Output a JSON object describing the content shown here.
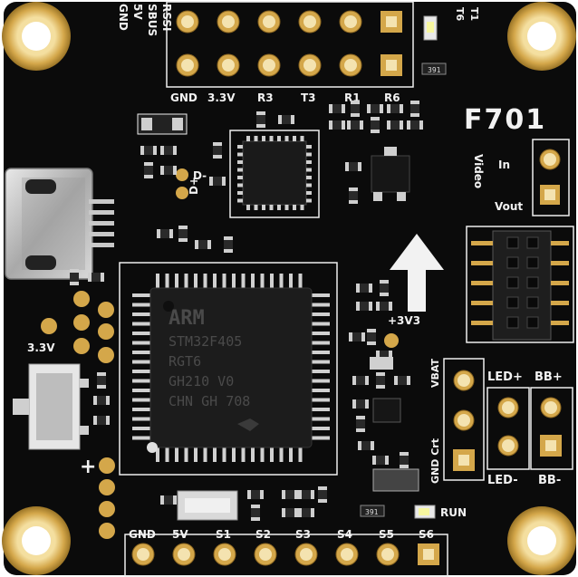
{
  "board": {
    "mcu": {
      "brand": "ARM",
      "line1": "STM32F405",
      "line2": "RGT6",
      "line3": "GH210 V0",
      "line4": "CHN GH 708"
    },
    "top_header_labels": [
      "GND",
      "3.3V",
      "R3",
      "T3",
      "R1",
      "R6"
    ],
    "left_top_labels": [
      "RSSI",
      "SBUS",
      "5V",
      "GND"
    ],
    "top_right_labels": [
      "T1",
      "T6"
    ],
    "bottom_header_labels": [
      "GND",
      "5V",
      "S1",
      "S2",
      "S3",
      "S4",
      "S5",
      "S6"
    ],
    "right_labels": {
      "model": "F701",
      "video": "Video",
      "in": "In",
      "vout": "Vout",
      "plus3v3": "+3V3",
      "vbat": "VBAT",
      "gnd_crt": "GND Crt",
      "led_plus": "LED+",
      "bb_plus": "BB+",
      "led_minus": "LED-",
      "bb_minus": "BB-",
      "run": "RUN"
    },
    "left_labels": {
      "d_minus": "D-",
      "d_plus": "D+",
      "v33": "3.3V",
      "plus": "+"
    },
    "small_codes": {
      "res_top": "391",
      "res_bottom": "391"
    },
    "colors": {
      "pcb": "#0b0b0b",
      "gold": "#d4a74a",
      "silk": "#f2f2f2",
      "chip": "#1c1c1c",
      "metal": "#c9c9c9"
    }
  }
}
